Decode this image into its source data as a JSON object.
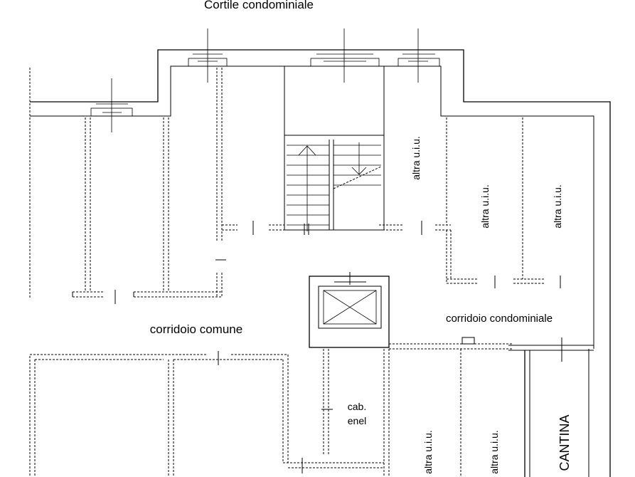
{
  "labels": {
    "courtyard": "Cortile condominiale",
    "common_corridor": "corridoio comune",
    "condo_corridor": "corridoio condominiale",
    "other_unit_1": "altra u.i.u.",
    "other_unit_2": "altra u.i.u.",
    "other_unit_3": "altra u.i.u.",
    "other_unit_4": "altra u.i.u.",
    "other_unit_5": "altra u.i.u.",
    "cab_line1": "cab.",
    "cab_line2": "enel",
    "cellar": "CANTINA"
  }
}
